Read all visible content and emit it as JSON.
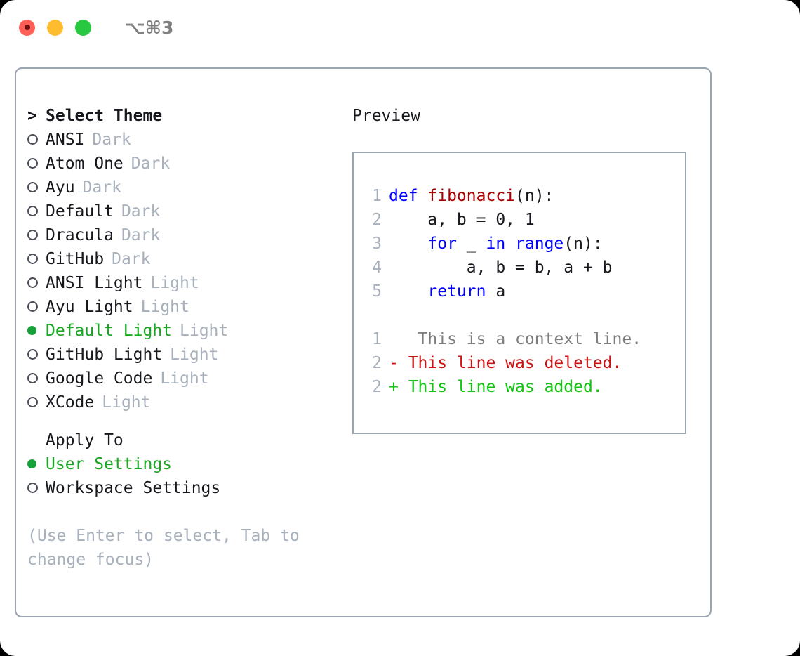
{
  "window": {
    "title": "⌥⌘3",
    "traffic_lights": [
      {
        "name": "close-button",
        "color": "#ff5f57"
      },
      {
        "name": "minimize-button",
        "color": "#febc2e"
      },
      {
        "name": "maximize-button",
        "color": "#28c840"
      }
    ]
  },
  "theme_picker": {
    "prompt_caret": ">",
    "heading": "Select Theme",
    "marker_selected": "●",
    "marker_unselected": "○",
    "items": [
      {
        "name": "ANSI",
        "category": "Dark",
        "selected": false
      },
      {
        "name": "Atom One",
        "category": "Dark",
        "selected": false
      },
      {
        "name": "Ayu",
        "category": "Dark",
        "selected": false
      },
      {
        "name": "Default",
        "category": "Dark",
        "selected": false
      },
      {
        "name": "Dracula",
        "category": "Dark",
        "selected": false
      },
      {
        "name": "GitHub",
        "category": "Dark",
        "selected": false
      },
      {
        "name": "ANSI Light",
        "category": "Light",
        "selected": false
      },
      {
        "name": "Ayu Light",
        "category": "Light",
        "selected": false
      },
      {
        "name": "Default Light",
        "category": "Light",
        "selected": true
      },
      {
        "name": "GitHub Light",
        "category": "Light",
        "selected": false
      },
      {
        "name": "Google Code",
        "category": "Light",
        "selected": false
      },
      {
        "name": "XCode",
        "category": "Light",
        "selected": false
      }
    ]
  },
  "apply_to": {
    "heading": "Apply To",
    "items": [
      {
        "name": "User Settings",
        "selected": true
      },
      {
        "name": "Workspace Settings",
        "selected": false
      }
    ]
  },
  "hint": "(Use Enter to select, Tab to change focus)",
  "preview": {
    "label": "Preview",
    "code_lines": [
      {
        "no": "1",
        "tokens": [
          {
            "t": "def ",
            "c": "kw"
          },
          {
            "t": "fibonacci",
            "c": "fn"
          },
          {
            "t": "(n):",
            "c": "def"
          }
        ]
      },
      {
        "no": "2",
        "tokens": [
          {
            "t": "    a, b = 0, 1",
            "c": "def"
          }
        ]
      },
      {
        "no": "3",
        "tokens": [
          {
            "t": "    ",
            "c": "def"
          },
          {
            "t": "for",
            "c": "kw"
          },
          {
            "t": " _ ",
            "c": "def"
          },
          {
            "t": "in",
            "c": "kw"
          },
          {
            "t": " ",
            "c": "def"
          },
          {
            "t": "range",
            "c": "kw"
          },
          {
            "t": "(n):",
            "c": "def"
          }
        ]
      },
      {
        "no": "4",
        "tokens": [
          {
            "t": "        a, b = b, a + b",
            "c": "def"
          }
        ]
      },
      {
        "no": "5",
        "tokens": [
          {
            "t": "    ",
            "c": "def"
          },
          {
            "t": "return",
            "c": "kw"
          },
          {
            "t": " a",
            "c": "def"
          }
        ]
      }
    ],
    "diff_lines": [
      {
        "no": "1",
        "marker": " ",
        "text": "  This is a context line.",
        "kind": "ctx"
      },
      {
        "no": "2",
        "marker": "-",
        "text": " This line was deleted.",
        "kind": "del"
      },
      {
        "no": "2",
        "marker": "+",
        "text": " This line was added.",
        "kind": "add"
      }
    ]
  },
  "colors": {
    "accent_green": "#16a81e",
    "marker_green": "#18a03a",
    "muted_gray": "#a7b0bb",
    "border": "#9aa5b1",
    "keyword_blue": "#0000ff",
    "function_red": "#aa0000",
    "diff_delete": "#cc1111",
    "diff_add": "#10c410",
    "text": "#16181d"
  }
}
